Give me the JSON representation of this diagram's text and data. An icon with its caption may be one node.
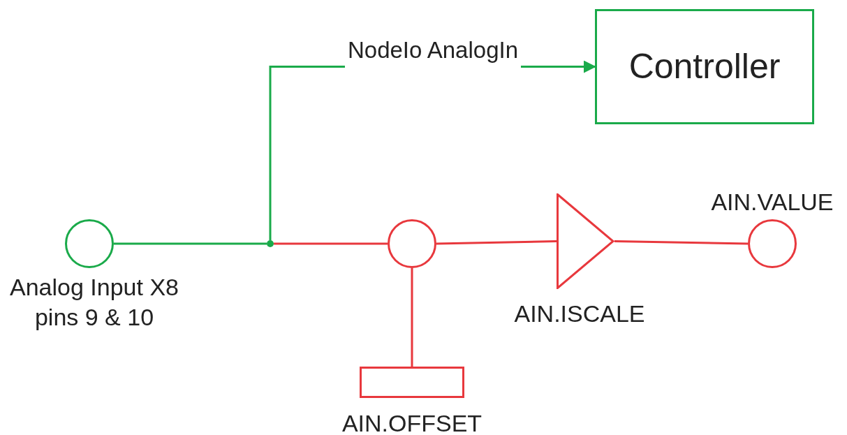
{
  "diagram": {
    "nodes": [
      {
        "text": [],
        "shape": "circle",
        "beside": [
          "Analog Input X8 pins 9 & 10"
        ]
      },
      {
        "text": [
          "Controller"
        ]
      },
      {
        "text": [],
        "shape": "dot"
      },
      {
        "text": [],
        "shape": "circle"
      },
      {
        "text": [],
        "shape": "box",
        "beside": [
          "AIN.OFFSET"
        ]
      },
      {
        "text": [],
        "shape": "triangle",
        "beside": [
          "AIN.ISCALE"
        ]
      },
      {
        "text": [],
        "shape": "circle",
        "beside": [
          "AIN.VALUE"
        ]
      }
    ],
    "edges": [
      {
        "from": 0,
        "to": 2,
        "arrow": "none",
        "color": "#1aaa4a"
      },
      {
        "from": 2,
        "to": 1,
        "arrow": "to",
        "label": "NodeIo AnalogIn",
        "color": "#1aaa4a"
      },
      {
        "from": 2,
        "to": 3,
        "arrow": "none"
      },
      {
        "from": 4,
        "to": 3,
        "arrow": "none"
      },
      {
        "from": 3,
        "to": 5,
        "arrow": "none"
      },
      {
        "from": 5,
        "to": 6,
        "arrow": "none"
      }
    ]
  }
}
